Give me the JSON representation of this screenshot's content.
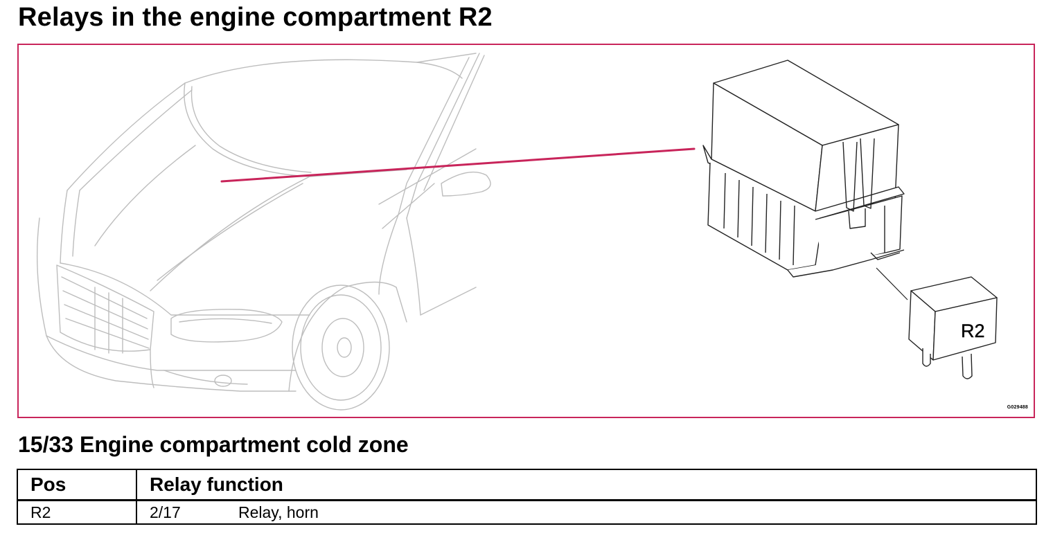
{
  "page": {
    "title": "Relays in the engine compartment R2",
    "subtitle": "15/33 Engine compartment cold zone"
  },
  "figure": {
    "relay_label": "R2",
    "figure_code": "G029488",
    "colors": {
      "frame": "#c8245a",
      "leader_line": "#c8245a",
      "car_lines": "#bdbdbd",
      "component_lines": "#222222"
    }
  },
  "table": {
    "headers": {
      "pos": "Pos",
      "function": "Relay function"
    },
    "rows": [
      {
        "pos": "R2",
        "ref": "2/17",
        "function": "Relay, horn"
      }
    ]
  }
}
